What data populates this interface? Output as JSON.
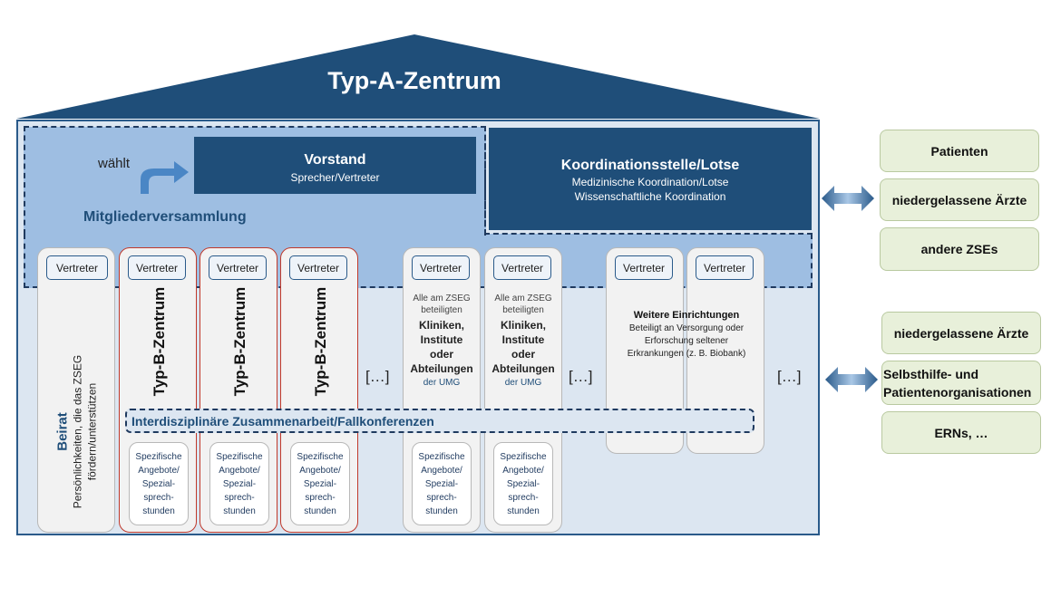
{
  "roof": {
    "title": "Typ-A-Zentrum"
  },
  "governance": {
    "waehlt": "wählt",
    "vorstand": {
      "title": "Vorstand",
      "subtitle": "Sprecher/Vertreter"
    },
    "mitgliederversammlung": "Mitgliederversammlung",
    "koordination": {
      "title": "Koordinationsstelle/Lotse",
      "line1": "Medizinische Koordination/Lotse",
      "line2": "Wissenschaftliche Koordination"
    }
  },
  "vertreter_label": "Vertreter",
  "beirat": {
    "title": "Beirat",
    "description": "Persönlichkeiten, die das ZSEG fördern/unterstützen"
  },
  "typb_label": "Typ-B-Zentrum",
  "spezifische": "Spezifische\nAngebote/\nSpezial-\nsprech-\nstunden",
  "kliniken": {
    "top": "Alle am ZSEG\nbeteiligten",
    "bold": "Kliniken,\nInstitute\noder\nAbteilungen",
    "bottom": "der UMG"
  },
  "ellipsis": "[…]",
  "interdisziplinaer": "Interdisziplinäre Zusammenarbeit/Fallkonferenzen",
  "weitere": {
    "title": "Weitere Einrichtungen",
    "description": "Beteiligt an Versorgung oder\nErforschung seltener\nErkrankungen  (z. B.  Biobank)"
  },
  "right_group_top": [
    "Patienten",
    "niedergelassene Ärzte",
    "andere ZSEs"
  ],
  "right_group_bottom": [
    "niedergelassene Ärzte",
    "Selbsthilfe- und Patientenorganisationen",
    "ERNs, …"
  ],
  "colors": {
    "dark_blue": "#1f4e79",
    "light_blue": "#9ebee2",
    "house_bg": "#dce6f1",
    "green_box": "#e8f0da",
    "typb_border": "#c0392b"
  }
}
